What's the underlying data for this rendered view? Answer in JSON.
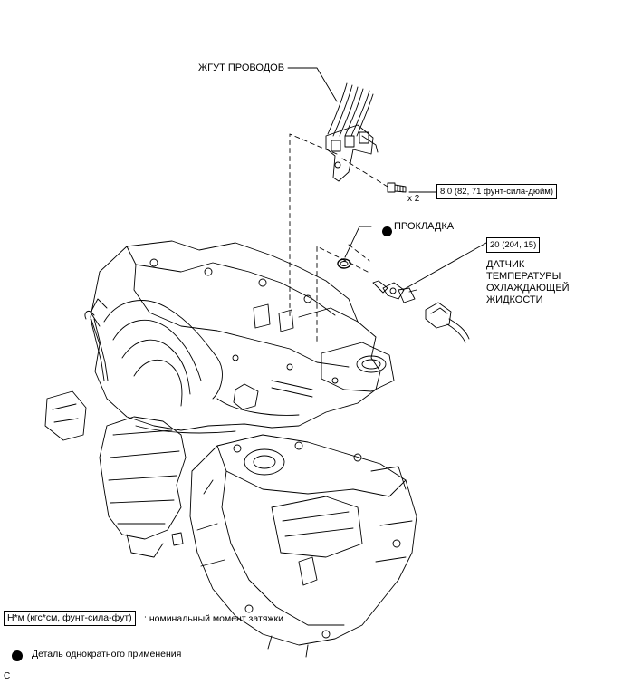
{
  "callouts": {
    "wire_harness": "ЖГУТ ПРОВОДОВ",
    "gasket": "ПРОКЛАДКА",
    "sensor_lines": [
      "ДАТЧИК",
      "ТЕМПЕРАТУРЫ",
      "ОХЛАЖДАЮЩЕЙ",
      "ЖИДКОСТИ"
    ]
  },
  "torque": {
    "bolt_value": "8,0 (82, 71 фунт-сила-дюйм)",
    "bolt_qty": "x 2",
    "sensor_value": "20 (204, 15)"
  },
  "legend": {
    "units_box": "Н*м (кгс*см, фунт-сила-фут)",
    "units_desc": ": номинальный момент затяжки",
    "single_use": "Деталь однократного применения"
  },
  "corner_code": "C"
}
